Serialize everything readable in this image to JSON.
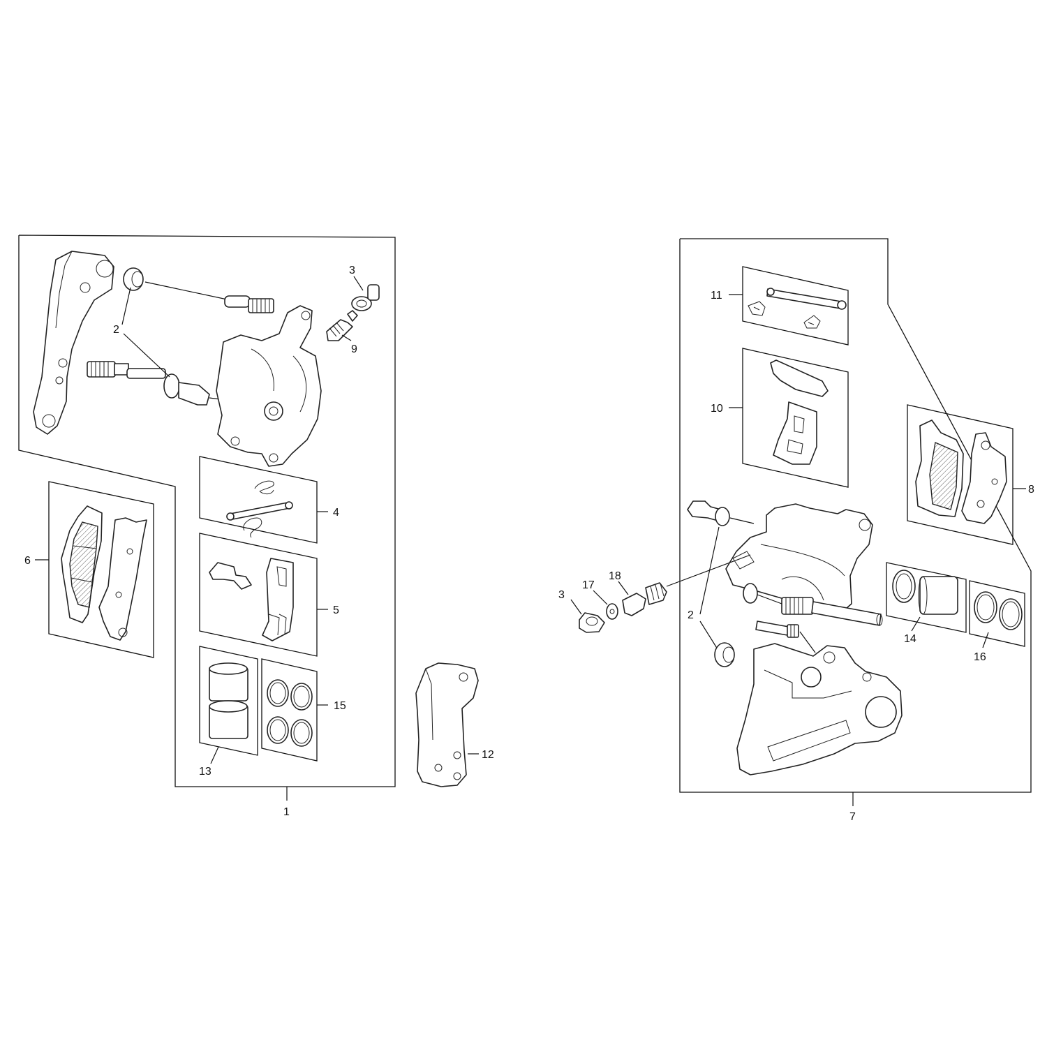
{
  "labels": {
    "c1": "1",
    "c2a": "2",
    "c3a": "3",
    "c4": "4",
    "c5": "5",
    "c6": "6",
    "c7": "7",
    "c8": "8",
    "c9": "9",
    "c10": "10",
    "c11": "11",
    "c12": "12",
    "c13": "13",
    "c14": "14",
    "c15": "15",
    "c16": "16",
    "c17": "17",
    "c18": "18",
    "c2b": "2",
    "c3b": "3"
  },
  "colors": {
    "line": "#111111",
    "paper": "#ffffff"
  }
}
